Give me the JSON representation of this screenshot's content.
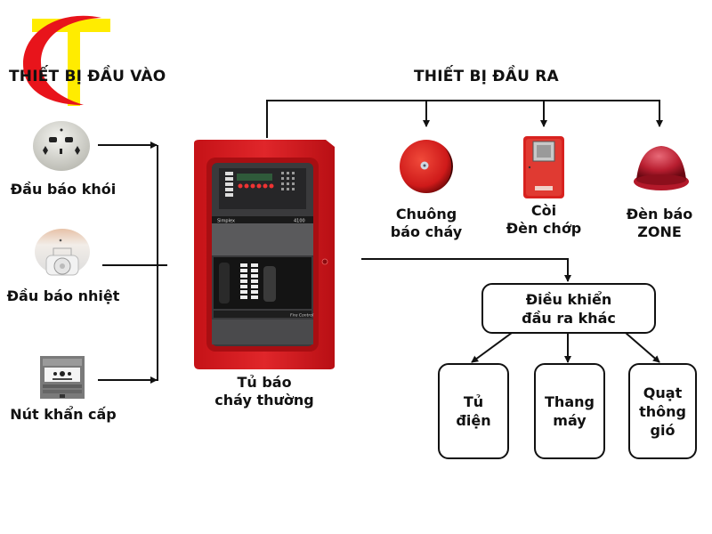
{
  "logo": {
    "letters": "CT",
    "c_color": "#e8141b",
    "t_color": "#ffec00"
  },
  "inputs": {
    "heading": "THIẾT BỊ ĐẦU VÀO",
    "items": [
      {
        "label": "Đầu báo khói",
        "icon": "smoke-detector-icon"
      },
      {
        "label": "Đầu báo nhiệt",
        "icon": "heat-detector-icon"
      },
      {
        "label": "Nút khẩn cấp",
        "icon": "manual-call-point-icon"
      }
    ]
  },
  "panel": {
    "label_line1": "Tủ báo",
    "label_line2": "cháy thường",
    "brand": "Simplex",
    "model": "4100",
    "caption": "Fire Control",
    "color": "#d5181c"
  },
  "outputs": {
    "heading": "THIẾT BỊ ĐẦU RA",
    "items": [
      {
        "line1": "Chuông",
        "line2": "báo cháy",
        "icon": "fire-bell-icon"
      },
      {
        "line1": "Còi",
        "line2": "Đèn chớp",
        "icon": "horn-strobe-icon"
      },
      {
        "line1": "Đèn báo",
        "line2": "ZONE",
        "icon": "zone-lamp-icon"
      }
    ]
  },
  "control": {
    "line1": "Điều khiển",
    "line2": "đầu ra khác",
    "children": [
      {
        "line1": "Tủ",
        "line2": "điện",
        "line3": ""
      },
      {
        "line1": "Thang",
        "line2": "máy",
        "line3": ""
      },
      {
        "line1": "Quạt",
        "line2": "thông",
        "line3": "gió"
      }
    ]
  }
}
